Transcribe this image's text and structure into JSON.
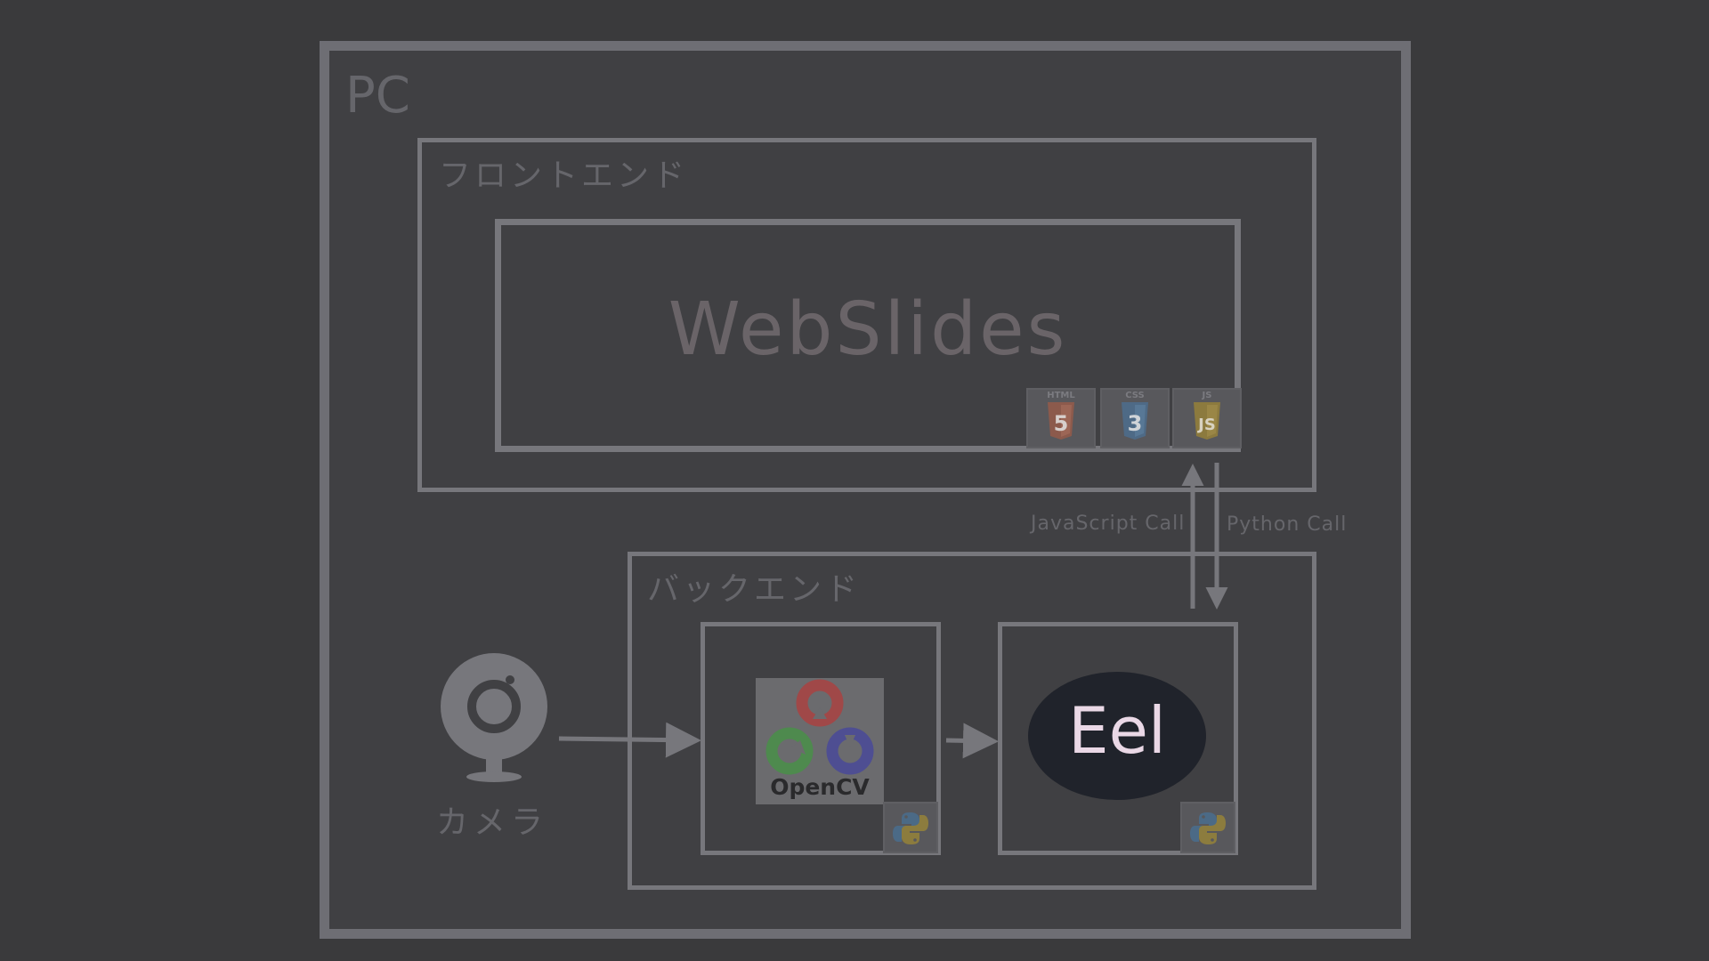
{
  "diagram": {
    "pc_label": "PC",
    "frontend_label": "フロントエンド",
    "webslides_label": "WebSlides",
    "backend_label": "バックエンド",
    "camera_label": "カメラ",
    "js_call_label": "JavaScript  Call",
    "python_call_label": "Python  Call",
    "eel_label": "Eel",
    "opencv_label": "OpenCV",
    "badges": {
      "html": "HTML",
      "css": "CSS",
      "js": "JS"
    }
  },
  "colors": {
    "background": "#3a3a3c",
    "box_border": "#77777c",
    "eel_fill": "#20232b"
  },
  "icons": [
    "camera-icon",
    "html5-icon",
    "css3-icon",
    "js-icon",
    "python-icon",
    "opencv-logo"
  ]
}
